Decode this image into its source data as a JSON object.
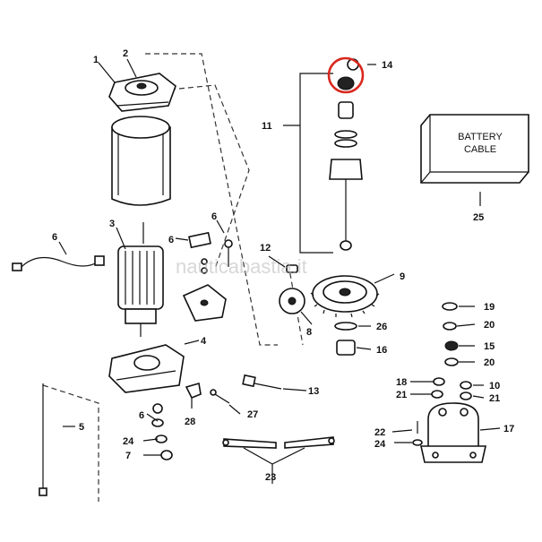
{
  "callouts": {
    "c1": "1",
    "c2": "2",
    "c3": "3",
    "c4": "4",
    "c5": "5",
    "c6a": "6",
    "c6b": "6",
    "c6c": "6",
    "c6d": "6",
    "c7": "7",
    "c8": "8",
    "c9": "9",
    "c10": "10",
    "c11": "11",
    "c12": "12",
    "c13": "13",
    "c14": "14",
    "c15": "15",
    "c16": "16",
    "c17": "17",
    "c18": "18",
    "c19": "19",
    "c20a": "20",
    "c20b": "20",
    "c21a": "21",
    "c21b": "21",
    "c22": "22",
    "c23": "23",
    "c24a": "24",
    "c24b": "24",
    "c25": "25",
    "c26": "26",
    "c27": "27",
    "c28": "28"
  },
  "battery_box": {
    "line1": "BATTERY",
    "line2": "CABLE"
  },
  "watermark": "nauticabastia.it",
  "highlight_color": "#d9281e"
}
